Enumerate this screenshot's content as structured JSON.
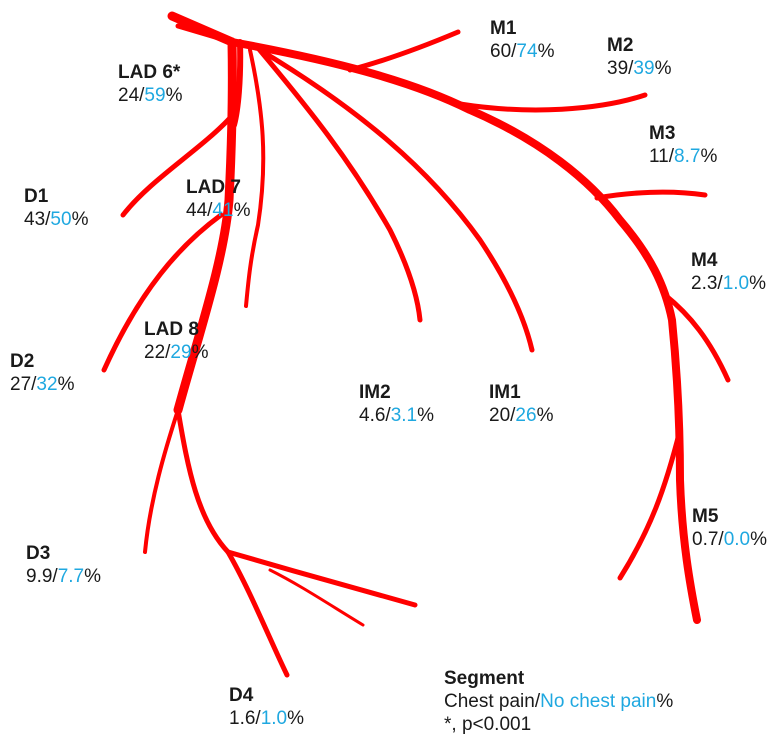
{
  "colors": {
    "vessel": "#ff0000",
    "chest_pain": "#1a1a1a",
    "no_chest_pain": "#1fa8e0"
  },
  "segments": {
    "lad6": {
      "name": "LAD 6*",
      "cp": "24",
      "ncp": "59",
      "unit": "%"
    },
    "lad7": {
      "name": "LAD 7",
      "cp": "44",
      "ncp": "41",
      "unit": "%"
    },
    "lad8": {
      "name": "LAD 8",
      "cp": "22",
      "ncp": "29",
      "unit": "%"
    },
    "d1": {
      "name": "D1",
      "cp": "43",
      "ncp": "50",
      "unit": "%"
    },
    "d2": {
      "name": "D2",
      "cp": "27",
      "ncp": "32",
      "unit": "%"
    },
    "d3": {
      "name": "D3",
      "cp": "9.9",
      "ncp": "7.7",
      "unit": "%"
    },
    "d4": {
      "name": "D4",
      "cp": "1.6",
      "ncp": "1.0",
      "unit": "%"
    },
    "m1": {
      "name": "M1",
      "cp": "60",
      "ncp": "74",
      "unit": "%"
    },
    "m2": {
      "name": "M2",
      "cp": "39",
      "ncp": "39",
      "unit": "%"
    },
    "m3": {
      "name": "M3",
      "cp": "11",
      "ncp": "8.7",
      "unit": "%"
    },
    "m4": {
      "name": "M4",
      "cp": "2.3",
      "ncp": "1.0",
      "unit": "%"
    },
    "m5": {
      "name": "M5",
      "cp": "0.7",
      "ncp": "0.0",
      "unit": "%"
    },
    "im1": {
      "name": "IM1",
      "cp": "20",
      "ncp": "26",
      "unit": "%"
    },
    "im2": {
      "name": "IM2",
      "cp": "4.6",
      "ncp": "3.1",
      "unit": "%"
    }
  },
  "legend": {
    "title": "Segment",
    "chest_pain": "Chest pain",
    "no_chest_pain": "No chest pain",
    "unit": "%",
    "note": "*, p<0.001"
  }
}
